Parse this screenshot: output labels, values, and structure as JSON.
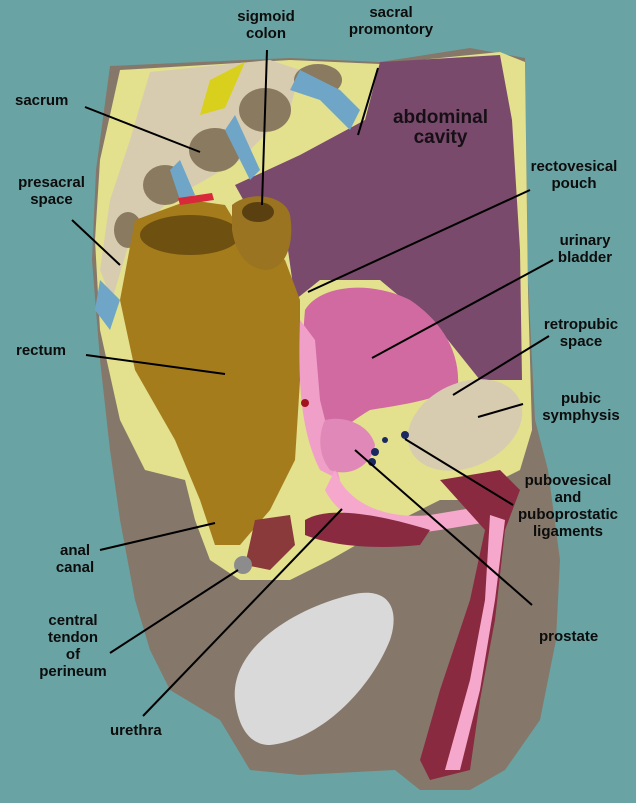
{
  "labels": {
    "sigmoid_colon": "sigmoid\ncolon",
    "sacral_promontory": "sacral\npromontory",
    "sacrum": "sacrum",
    "abdominal_cavity": "abdominal\ncavity",
    "presacral_space": "presacral\nspace",
    "rectovesical_pouch": "rectovesical\npouch",
    "urinary_bladder": "urinary\nbladder",
    "retropubic_space": "retropubic\nspace",
    "rectum": "rectum",
    "pubic_symphysis": "pubic\nsymphysis",
    "pubovesical_ligaments": "pubovesical\nand\npuboprostatic\nligaments",
    "anal_canal": "anal\ncanal",
    "central_tendon": "central\ntendon\nof\nperineum",
    "prostate": "prostate",
    "urethra": "urethra"
  },
  "colors": {
    "background": "#6aa3a3",
    "fat_tissue": "#e3e08e",
    "rectum": "#a47c1c",
    "bladder": "#d26aa2",
    "abdominal_cavity": "#7a4a6c",
    "bone": "#d8ccb0",
    "muscle": "#8a2a40",
    "skin": "#85786a",
    "testis": "#d9d9d9"
  }
}
